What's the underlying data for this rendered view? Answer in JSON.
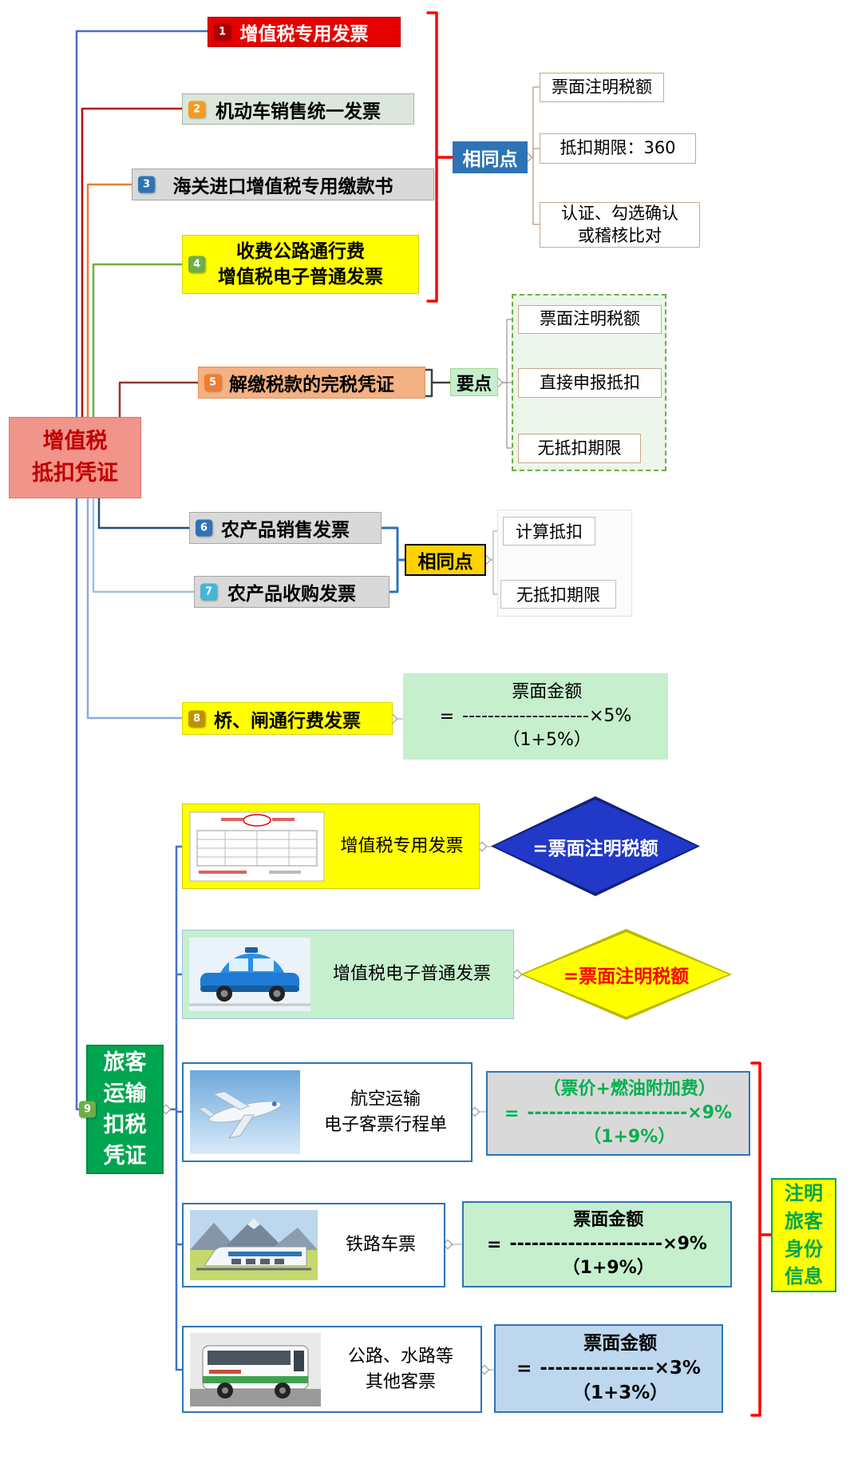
{
  "root": {
    "label": "增值税\n抵扣凭证"
  },
  "branches": [
    {
      "num": "1",
      "label": "增值税专用发票"
    },
    {
      "num": "2",
      "label": "机动车销售统一发票"
    },
    {
      "num": "3",
      "label": "海关进口增值税专用缴款书"
    },
    {
      "num": "4",
      "label": "收费公路通行费\n增值税电子普通发票"
    },
    {
      "num": "5",
      "label": "解缴税款的完税凭证"
    },
    {
      "num": "6",
      "label": "农产品销售发票"
    },
    {
      "num": "7",
      "label": "农产品收购发票"
    },
    {
      "num": "8",
      "label": "桥、闸通行费发票"
    },
    {
      "num": "9",
      "label": "旅客\n运输\n扣税\n凭证"
    }
  ],
  "same1": {
    "label": "相同点",
    "items": [
      "票面注明税额",
      "抵扣期限：360",
      "认证、勾选确认\n或稽核比对"
    ]
  },
  "keypoints": {
    "label": "要点",
    "items": [
      "票面注明税额",
      "直接申报抵扣",
      "无抵扣期限"
    ]
  },
  "same2": {
    "label": "相同点",
    "items": [
      "计算抵扣",
      "无抵扣期限"
    ]
  },
  "formula_bridge": {
    "equals": "=",
    "numerator": "票面金额",
    "dash": "--------------------",
    "rate": "×5%",
    "denominator": "（1+5%）"
  },
  "passenger": {
    "special_invoice": {
      "label": "增值税专用发票",
      "result": "=票面注明税额"
    },
    "e_invoice": {
      "label": "增值税电子普通发票",
      "result": "=票面注明税额"
    },
    "air": {
      "label": "航空运输\n电子客票行程单",
      "formula": {
        "equals": "=",
        "numerator": "（票价+燃油附加费）",
        "dash": "----------------------",
        "rate": "×9%",
        "denominator": "（1+9%）"
      }
    },
    "rail": {
      "label": "铁路车票",
      "formula": {
        "equals": "=",
        "numerator": "票面金额",
        "dash": "---------------------",
        "rate": "×9%",
        "denominator": "（1+9%）"
      }
    },
    "road": {
      "label": "公路、水路等\n其他客票",
      "formula": {
        "equals": "=",
        "numerator": "票面金额",
        "dash": "---------------",
        "rate": "×3%",
        "denominator": "（1+3%）"
      }
    }
  },
  "note": {
    "label": "注明\n旅客\n身份\n信息"
  },
  "icons": {
    "invoice": "vat-special-invoice-image",
    "taxi": "taxi-image",
    "plane": "airplane-image",
    "train": "train-image",
    "bus": "bus-image"
  },
  "colors": {
    "root_bg": "#F1948A",
    "root_text": "#C00000",
    "branch1_bg": "#E60000",
    "branch4_bg": "#FFFF00",
    "branch5_bg": "#F4B183",
    "branch9_bg": "#00A550",
    "gray_bg": "#D9D9D9",
    "same1_bg": "#2E74B5",
    "same2_bg": "#FFD200",
    "keypoints_bg": "#C6EFCE",
    "diamond_blue": "#2138C8",
    "diamond_yellow": "#FFFF00",
    "formula_green_bg": "#C6EFCE",
    "formula_gray_bg": "#D9D9D9",
    "formula_blue_bg": "#BDD7EE",
    "bracket_red": "#FF0000",
    "bracket_blue": "#2E74B5",
    "note_text": "#00A550",
    "air_formula_text": "#00B050"
  }
}
